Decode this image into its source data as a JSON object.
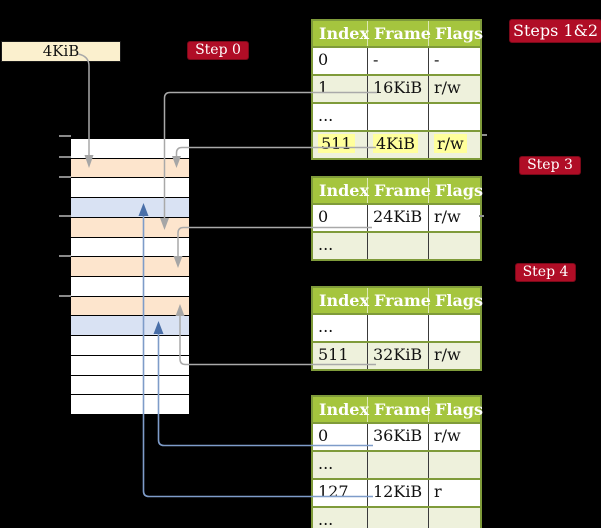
{
  "frame_box": {
    "label": "4KiB"
  },
  "badges": {
    "step0": "Step 0",
    "steps12": "Steps 1&2",
    "step3": "Step 3",
    "step4": "Step 4"
  },
  "memory": {
    "description": "physical memory column, 14 frames",
    "rows": [
      {
        "css": "mem-row c-white"
      },
      {
        "css": "mem-row c-peach"
      },
      {
        "css": "mem-row c-white"
      },
      {
        "css": "mem-row c-blue"
      },
      {
        "css": "mem-row c-peach"
      },
      {
        "css": "mem-row c-white"
      },
      {
        "css": "mem-row c-peach"
      },
      {
        "css": "mem-row c-white"
      },
      {
        "css": "mem-row c-peach"
      },
      {
        "css": "mem-row c-blue"
      },
      {
        "css": "mem-row c-white"
      },
      {
        "css": "mem-row c-white"
      },
      {
        "css": "mem-row c-white"
      },
      {
        "css": "mem-row c-white"
      }
    ]
  },
  "tables": [
    {
      "headers": [
        "Index",
        "Frame",
        "Flags"
      ],
      "rows": [
        [
          "0",
          "-",
          "-"
        ],
        [
          "1",
          "16KiB",
          "r/w"
        ],
        [
          "...",
          "",
          ""
        ],
        [
          "511",
          "4KiB",
          "r/w"
        ]
      ]
    },
    {
      "headers": [
        "Index",
        "Frame",
        "Flags"
      ],
      "rows": [
        [
          "0",
          "24KiB",
          "r/w"
        ],
        [
          "...",
          "",
          ""
        ]
      ]
    },
    {
      "headers": [
        "Index",
        "Frame",
        "Flags"
      ],
      "rows": [
        [
          "...",
          "",
          ""
        ],
        [
          "511",
          "32KiB",
          "r/w"
        ]
      ]
    },
    {
      "headers": [
        "Index",
        "Frame",
        "Flags"
      ],
      "rows": [
        [
          "0",
          "36KiB",
          "r/w"
        ],
        [
          "...",
          "",
          ""
        ],
        [
          "127",
          "12KiB",
          "r"
        ],
        [
          "...",
          "",
          ""
        ]
      ]
    }
  ],
  "colors": {
    "background": "#000000",
    "badge_red": "#b00d26",
    "frame_box_cream": "#fbf0ce",
    "table_header_green": "#a5c53e",
    "table_border_olive": "#7f9b3a",
    "row_shade_green": "#eef1dc",
    "highlight_yellow": "#ffff9c",
    "memory_peach": "#fde5cd",
    "memory_blue": "#d9e2f3",
    "connector_gray": "#a9a9a9",
    "connector_blue": "#7e9cc9",
    "arrowhead_blue": "#4a6fa8"
  }
}
